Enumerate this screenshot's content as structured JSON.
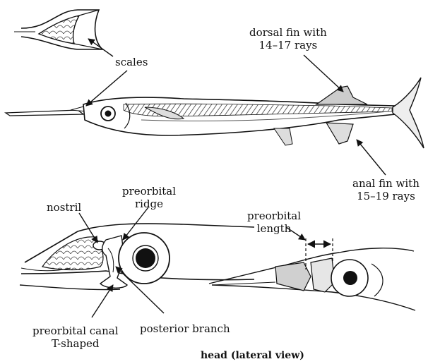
{
  "labels": {
    "dorsal_fin": [
      "dorsal fin with",
      "14–17 rays"
    ],
    "scales": "scales",
    "anal_fin": [
      "anal fin with",
      "15–19 rays"
    ],
    "nostril": "nostril",
    "preorbital_ridge": [
      "preorbital",
      "ridge"
    ],
    "preorbital_length": [
      "preorbital",
      "length"
    ],
    "preorbital_canal": [
      "preorbital canal",
      "T-shaped"
    ],
    "posterior_branch": "posterior branch",
    "head_title": "head (lateral view)"
  },
  "colors": {
    "ink": "#111111",
    "fill": "#ffffff",
    "shade": "#bdbdbd"
  }
}
